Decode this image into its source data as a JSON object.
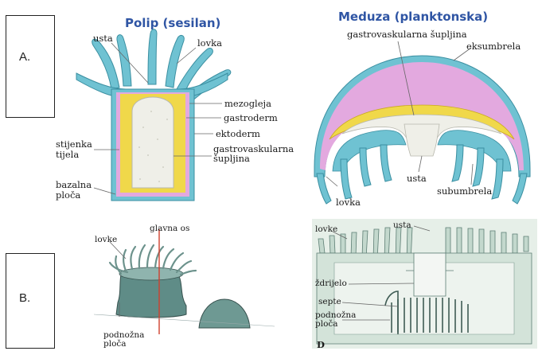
{
  "panel_a": {
    "box_label": "A.",
    "polyp_title": "Polip (sesilan)",
    "medusa_title": "Meduza (planktonska)",
    "polyp_labels": {
      "usta": "usta",
      "lovka": "lovka",
      "mezogleja": "mezogleja",
      "gastroderm": "gastroderm",
      "ektoderm": "ektoderm",
      "gastro_cavity_1": "gastrovaskularna",
      "gastro_cavity_2": "šupljina",
      "body_wall_1": "stijenka",
      "body_wall_2": "tijela",
      "basal_1": "bazalna",
      "basal_2": "ploča"
    },
    "medusa_labels": {
      "gastro_cavity": "gastrovaskularna šupljina",
      "eksumbrela": "eksumbrela",
      "usta": "usta",
      "lovka": "lovka",
      "subumbrela": "subumbrela"
    }
  },
  "panel_b": {
    "box_label": "B.",
    "anemone_labels": {
      "lovke": "lovke",
      "glavna_os": "glavna os",
      "podnozna_1": "podnožna",
      "podnozna_2": "ploča"
    },
    "section_labels": {
      "lovke": "lovke",
      "usta": "usta",
      "zdrijelo": "ždrijelo",
      "septe": "septe",
      "podnozna_1": "podnožna",
      "podnozna_2": "ploča",
      "letter": "D"
    }
  },
  "colors": {
    "title": "#2f55a4",
    "ectoderm": "#6fc2d2",
    "mesoglea": "#e3a9df",
    "gastroderm": "#f0d84a",
    "cavity": "#efefe8",
    "anemone": "#5f8c87",
    "section_bg": "#dde8e0"
  }
}
